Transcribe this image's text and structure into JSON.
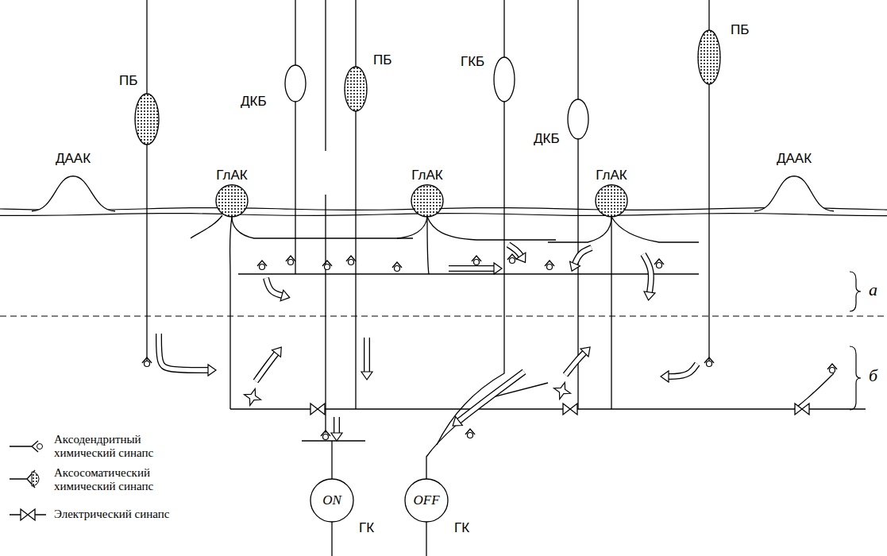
{
  "diagram": {
    "nodes": [
      {
        "text": [
          "ПБ"
        ]
      },
      {
        "text": [
          "ДКБ"
        ]
      },
      {
        "text": [
          "ПБ"
        ]
      },
      {
        "text": [
          "ГКБ"
        ]
      },
      {
        "text": [
          "ДКБ"
        ]
      },
      {
        "text": [
          "ПБ"
        ]
      },
      {
        "text": [
          "ДААК"
        ]
      },
      {
        "text": [
          "ГлАК"
        ]
      },
      {
        "text": [
          "ГлАК"
        ]
      },
      {
        "text": [
          "ГлАК"
        ]
      },
      {
        "text": [
          "ДААК"
        ]
      },
      {
        "text": [
          "ON",
          "ГК"
        ]
      },
      {
        "text": [
          "OFF",
          "ГК"
        ]
      }
    ],
    "labels": [
      "а",
      "б"
    ],
    "legend": [
      {
        "text": "Аксодендритный химический синапс"
      },
      {
        "text": "Аксосоматический химический синапс"
      },
      {
        "text": "Электрический синапс"
      }
    ]
  }
}
